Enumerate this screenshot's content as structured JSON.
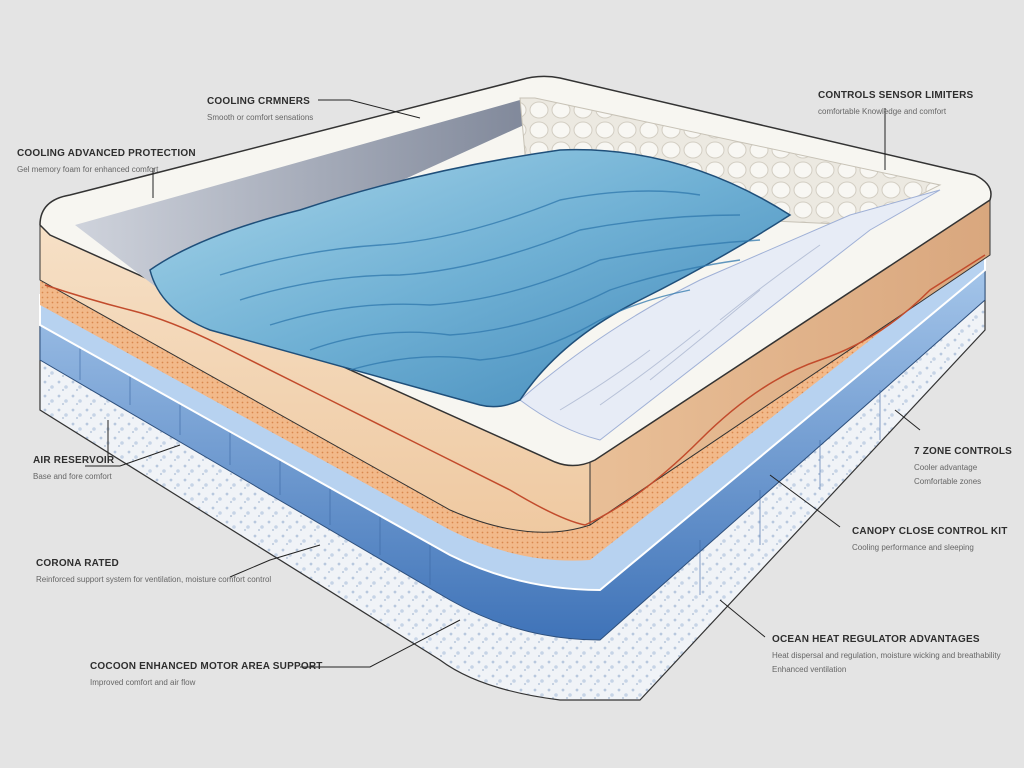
{
  "diagram": {
    "subject": "Cutaway illustration of a layered cooling mattress",
    "background_color": "#e4e4e4",
    "colors": {
      "top_gel_layer": "#7fb8d6",
      "comfort_foam": "#f2d3b4",
      "transition_band": "#e8a86a",
      "support_core": "#4d7fbf",
      "base_foam": "#f1f4f8",
      "cover": "#f7f6f1",
      "side_wall_quilting": "#ece9e1"
    },
    "layers": [
      "Quilted cover / border",
      "Wavy cooling gel top layer",
      "Quilted pillow-top section",
      "Comfort foam layer",
      "Orange transition layer",
      "Blue support core",
      "Speckled base foam"
    ]
  },
  "labels": [
    {
      "id": "top-left-upper",
      "title": "COOLING CRMNERS",
      "lines": [
        "Smooth or comfort sensations"
      ]
    },
    {
      "id": "top-left",
      "title": "COOLING ADVANCED PROTECTION",
      "lines": [
        "Gel memory foam for enhanced comfort"
      ]
    },
    {
      "id": "top-right",
      "title": "CONTROLS SENSOR LIMITERS",
      "lines": [
        "comfortable Knowledge and comfort"
      ]
    },
    {
      "id": "left-middle",
      "title": "AIR RESERVOIR",
      "lines": [
        "Base and fore comfort"
      ]
    },
    {
      "id": "right-middle",
      "title": "7 ZONE CONTROLS",
      "lines": [
        "Cooler advantage",
        "Comfortable zones"
      ]
    },
    {
      "id": "right-lower",
      "title": "CANOPY CLOSE CONTROL KIT",
      "lines": [
        "Cooling performance and sleeping"
      ]
    },
    {
      "id": "left-lower",
      "title": "CORONA RATED",
      "lines": [
        "Reinforced support system for ventilation, moisture comfort control"
      ]
    },
    {
      "id": "bottom-left",
      "title": "COCOON ENHANCED MOTOR AREA SUPPORT",
      "lines": [
        "Improved comfort and air flow"
      ]
    },
    {
      "id": "bottom-right",
      "title": "OCEAN HEAT REGULATOR ADVANTAGES",
      "lines": [
        "Heat dispersal and regulation, moisture wicking and breathability",
        "Enhanced ventilation"
      ]
    }
  ]
}
